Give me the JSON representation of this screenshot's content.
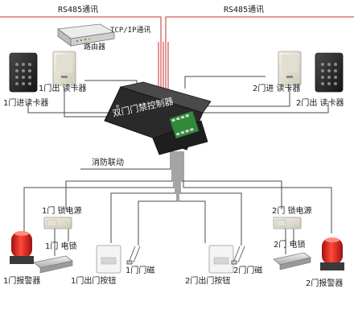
{
  "bus": {
    "rs485_left": "RS485通讯",
    "rs485_right": "RS485通讯",
    "tcpip": "TCP/IP通讯"
  },
  "router": {
    "label": "路由器"
  },
  "controller": {
    "label": "双门门禁控制器"
  },
  "fire": {
    "label": "消防联动"
  },
  "door1": {
    "in_reader": "1门进读卡器",
    "out_reader": "1门出 读卡器",
    "lock_power": "1门 锁电源",
    "lock": "1门 电锁",
    "alarm": "1门报警器",
    "exit_button": "1门出门按钮",
    "magnet": "1门门磁"
  },
  "door2": {
    "in_reader": "2门进 读卡器",
    "out_reader": "2门出 读卡器",
    "lock_power": "2门 锁电源",
    "lock": "2门 电锁",
    "alarm": "2门报警器",
    "exit_button": "2门出门按钮",
    "magnet": "2门门磁"
  },
  "colors": {
    "bus_line": "#c83232",
    "wire": "#4a4a4a",
    "panel": "#2e2e2e"
  }
}
